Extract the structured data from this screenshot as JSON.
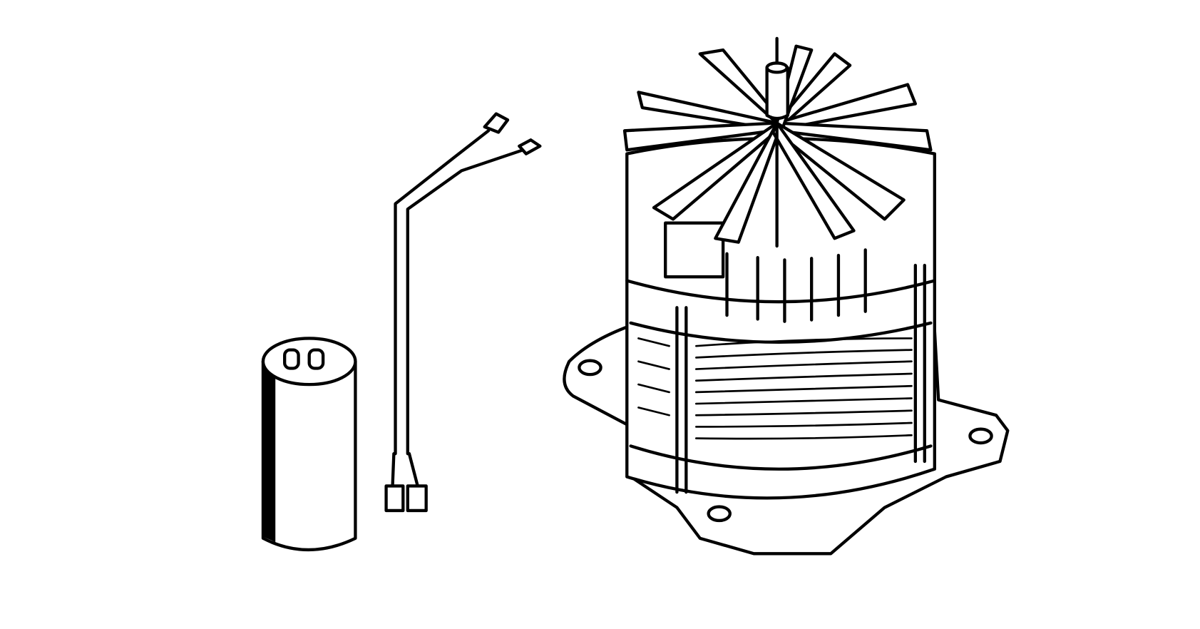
{
  "figure": {
    "components": [
      "capacitor",
      "wire-lead",
      "electric-motor"
    ],
    "colors": {
      "ink": "#000000",
      "background": "#ffffff"
    }
  }
}
